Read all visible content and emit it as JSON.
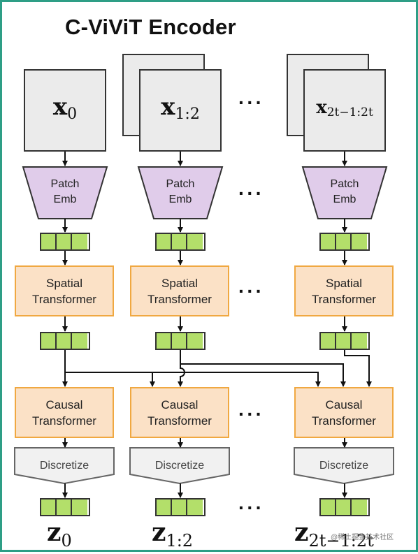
{
  "title": "C-ViViT Encoder",
  "columns": [
    {
      "frame": {
        "base": "x",
        "sub": "0"
      },
      "latent": {
        "base": "z",
        "sub": "0"
      }
    },
    {
      "frame": {
        "base": "x",
        "sub": "1:2"
      },
      "latent": {
        "base": "z",
        "sub": "1:2"
      }
    },
    {
      "frame": {
        "base": "x",
        "sub": "2t−1:2t"
      },
      "latent": {
        "base": "z",
        "sub": "2t−1:2t"
      }
    }
  ],
  "patch_emb": {
    "line1": "Patch",
    "line2": "Emb"
  },
  "spatial_transformer": {
    "line1": "Spatial",
    "line2": "Transformer"
  },
  "causal_transformer": {
    "line1": "Causal",
    "line2": "Transformer"
  },
  "discretize": "Discretize",
  "ellipsis": "···",
  "watermark": "@稀土掘金技术社区",
  "colors": {
    "border": "#2e9e86",
    "frame_fill": "#ebebeb",
    "patch_fill": "#e0ccea",
    "transformer_fill": "#fbe1c6",
    "transformer_stroke": "#f0a841",
    "token_fill": "#b3df6a",
    "discretize_fill": "#f1f1f1"
  }
}
